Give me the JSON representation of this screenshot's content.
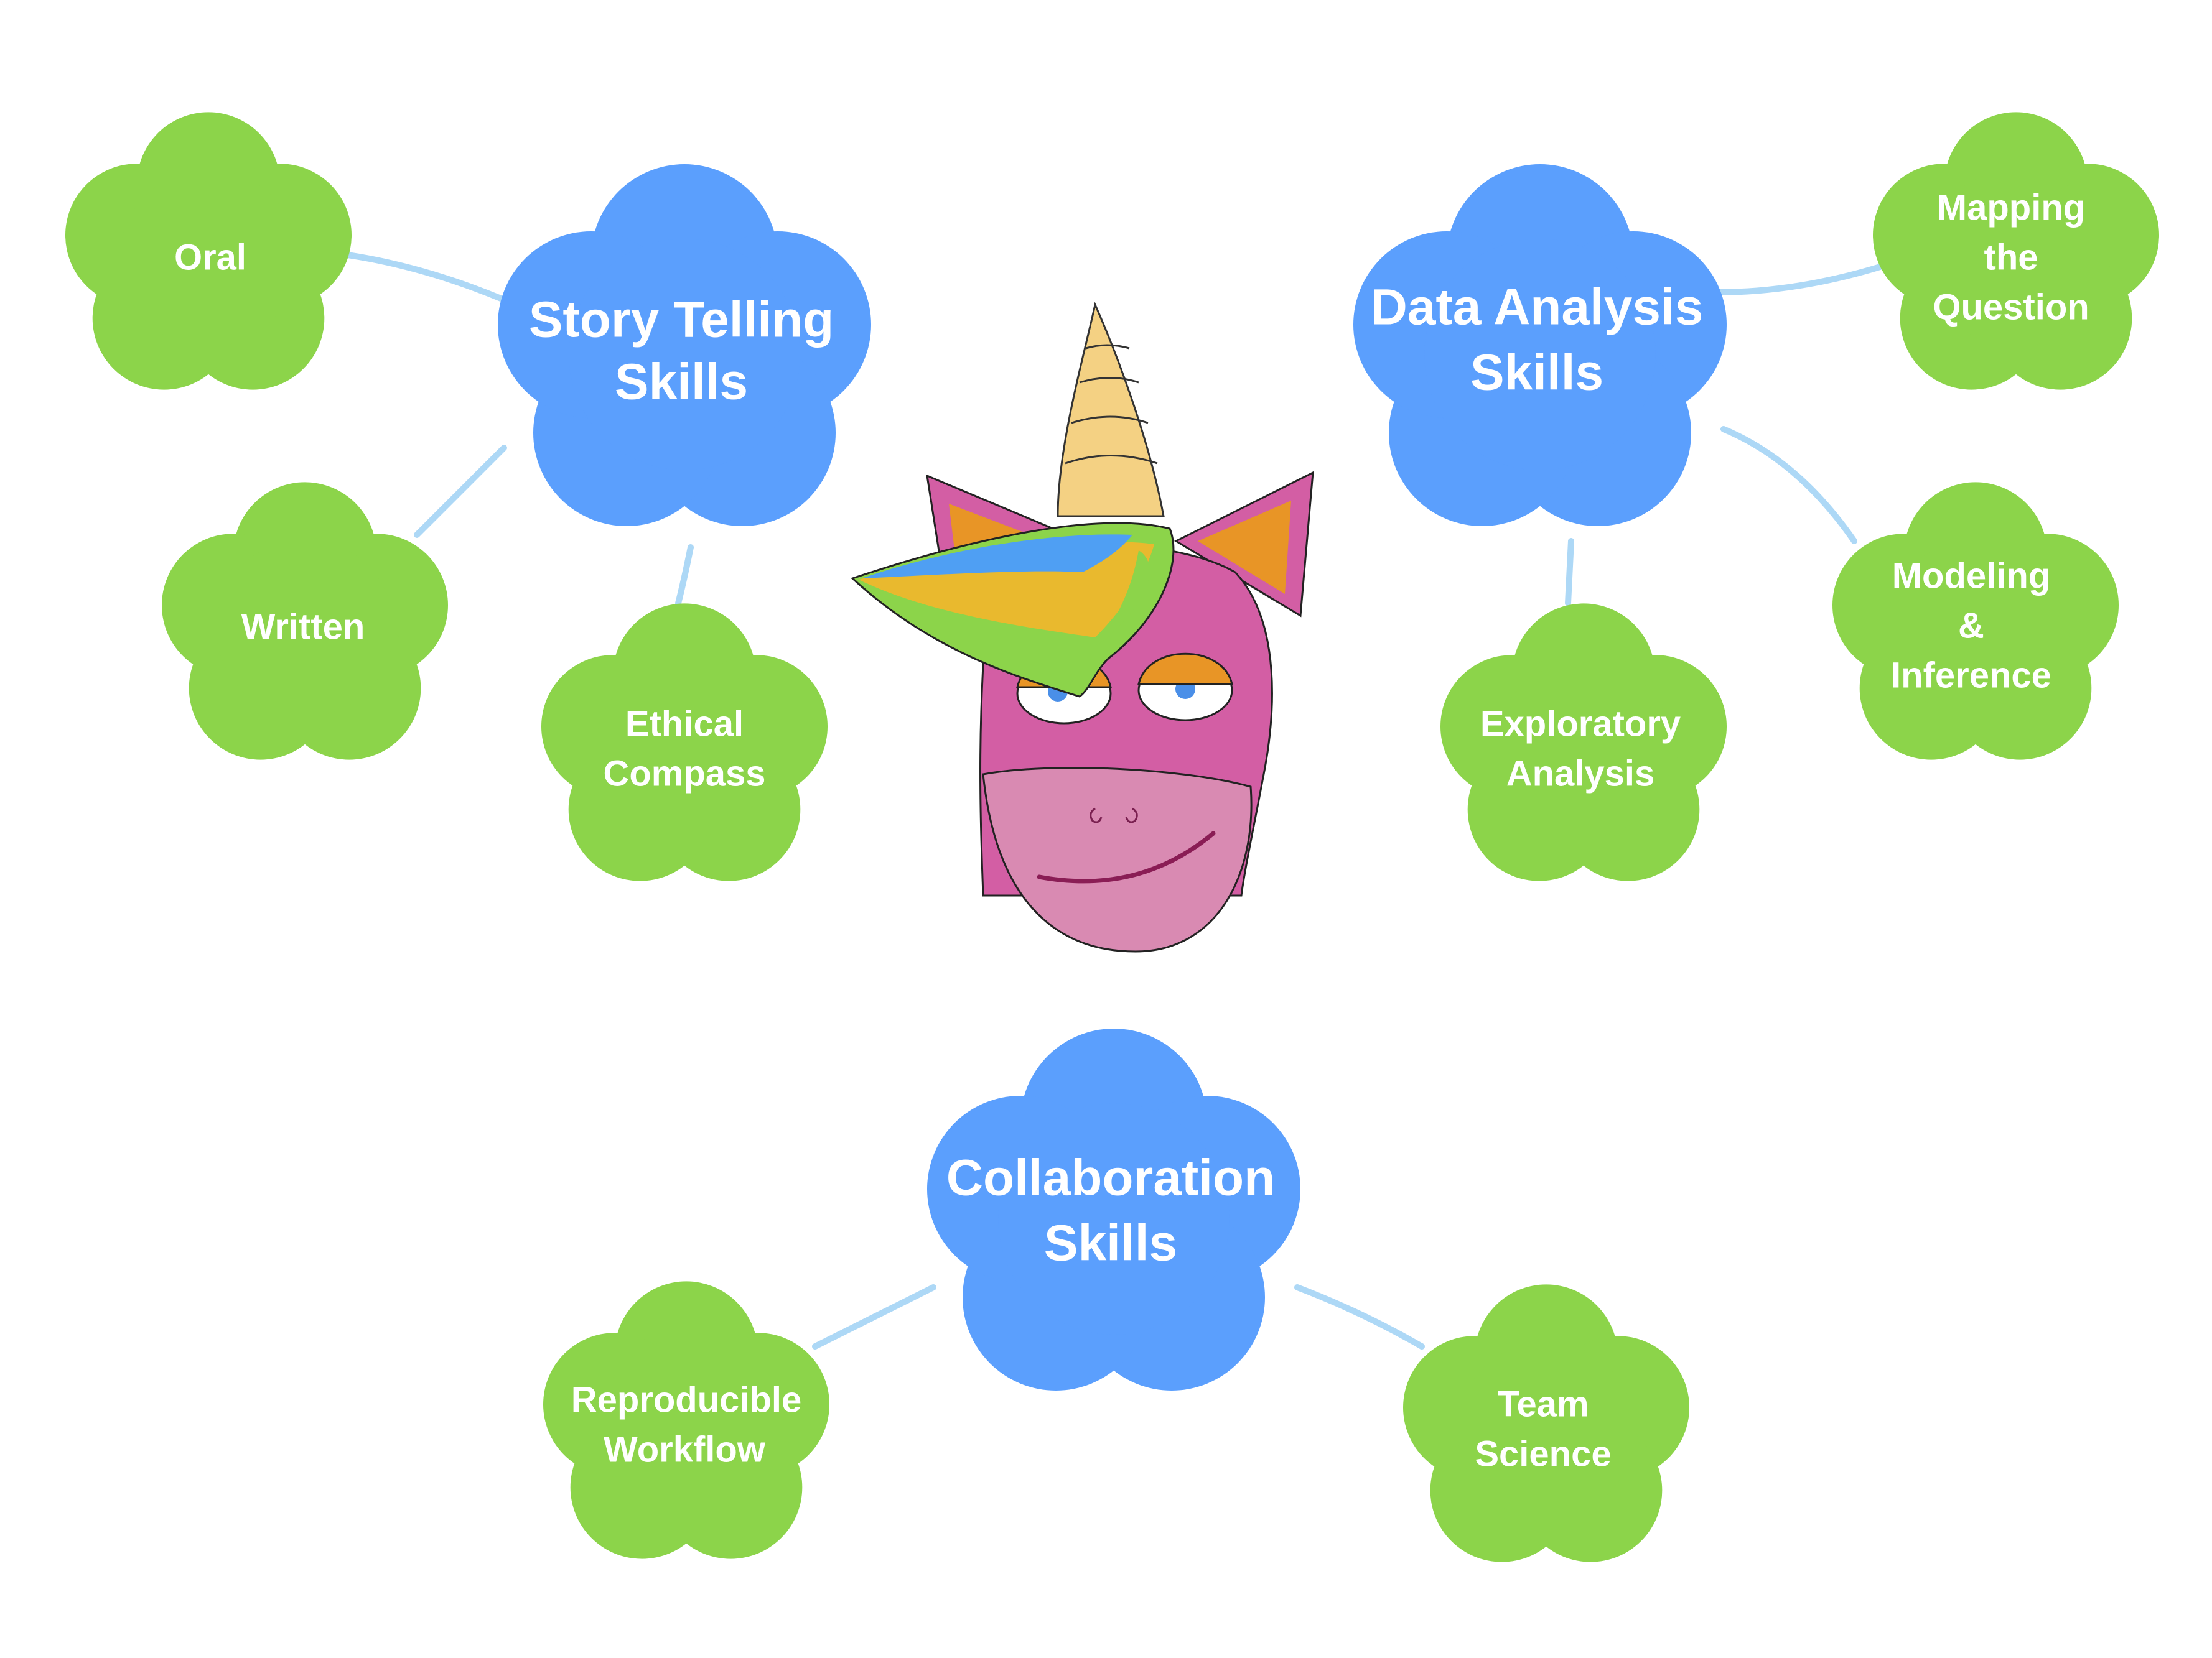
{
  "colors": {
    "primary_node": "#5b9ffd",
    "secondary_node": "#8cd44a",
    "connector": "#a9d6f5",
    "label": "#ffffff"
  },
  "primary_nodes": {
    "story_telling": {
      "line1": "Story Telling",
      "line2": "Skills"
    },
    "data_analysis": {
      "line1": "Data Analysis",
      "line2": "Skills"
    },
    "collaboration": {
      "line1": "Collaboration",
      "line2": "Skills"
    }
  },
  "secondary_nodes": {
    "oral": {
      "lines": [
        "Oral"
      ]
    },
    "written": {
      "lines": [
        "Written"
      ]
    },
    "ethical_compass": {
      "lines": [
        "Ethical",
        "Compass"
      ]
    },
    "mapping_question": {
      "lines": [
        "Mapping",
        "the",
        "Question"
      ]
    },
    "modeling_inference": {
      "lines": [
        "Modeling",
        "&",
        "Inference"
      ]
    },
    "exploratory_analysis": {
      "lines": [
        "Exploratory",
        "Analysis"
      ]
    },
    "reproducible_workflow": {
      "lines": [
        "Reproducible",
        "Workflow"
      ]
    },
    "team_science": {
      "lines": [
        "Team",
        "Science"
      ]
    }
  },
  "center_image": {
    "icon": "unicorn-head-icon"
  }
}
